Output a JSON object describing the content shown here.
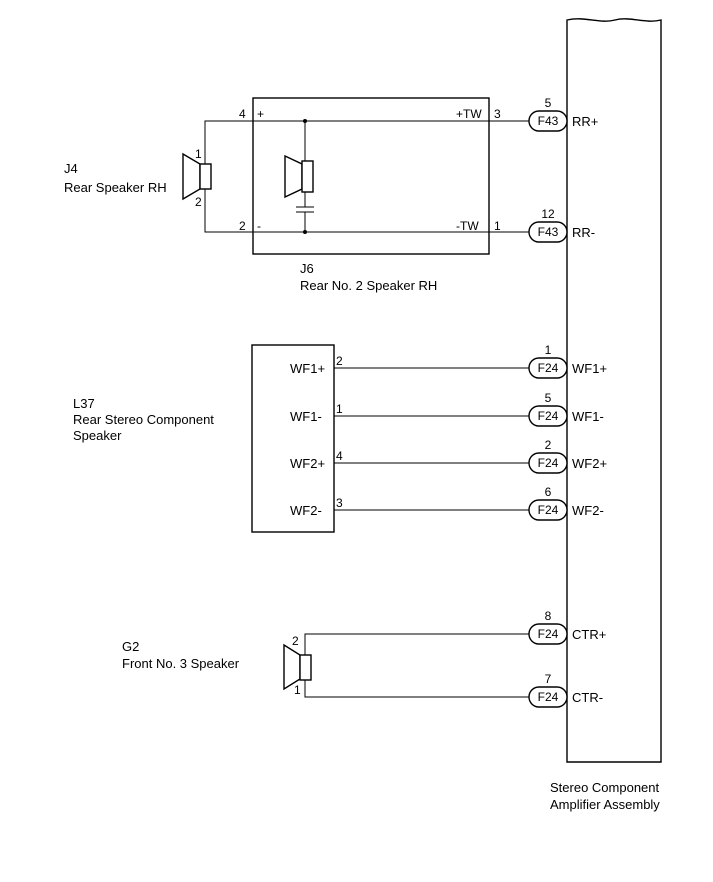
{
  "amplifier": {
    "caption_line1": "Stereo Component",
    "caption_line2": "Amplifier Assembly",
    "pins": [
      {
        "id": "rrp",
        "connector": "F43",
        "pin": "5",
        "label": "RR+"
      },
      {
        "id": "rrm",
        "connector": "F43",
        "pin": "12",
        "label": "RR-"
      },
      {
        "id": "wf1p",
        "connector": "F24",
        "pin": "1",
        "label": "WF1+"
      },
      {
        "id": "wf1m",
        "connector": "F24",
        "pin": "5",
        "label": "WF1-"
      },
      {
        "id": "wf2p",
        "connector": "F24",
        "pin": "2",
        "label": "WF2+"
      },
      {
        "id": "wf2m",
        "connector": "F24",
        "pin": "6",
        "label": "WF2-"
      },
      {
        "id": "ctrp",
        "connector": "F24",
        "pin": "8",
        "label": "CTR+"
      },
      {
        "id": "ctrm",
        "connector": "F24",
        "pin": "7",
        "label": "CTR-"
      }
    ]
  },
  "rear_speaker_rh": {
    "code": "J4",
    "name": "Rear Speaker RH",
    "pin_top": "1",
    "pin_bottom": "2"
  },
  "rear_no2_speaker_rh": {
    "code": "J6",
    "name": "Rear No. 2 Speaker RH",
    "pin_4": "4",
    "plus": "+",
    "pin_2": "2",
    "minus": "-",
    "tw_plus": "+TW",
    "pin_3": "3",
    "tw_minus": "-TW",
    "pin_1": "1"
  },
  "rear_stereo_component_speaker": {
    "code": "L37",
    "name_line1": "Rear Stereo Component",
    "name_line2": "Speaker",
    "terminals": [
      {
        "label": "WF1+",
        "pin": "2"
      },
      {
        "label": "WF1-",
        "pin": "1"
      },
      {
        "label": "WF2+",
        "pin": "4"
      },
      {
        "label": "WF2-",
        "pin": "3"
      }
    ]
  },
  "front_no3_speaker": {
    "code": "G2",
    "name": "Front No. 3 Speaker",
    "pin_top": "2",
    "pin_bottom": "1"
  }
}
